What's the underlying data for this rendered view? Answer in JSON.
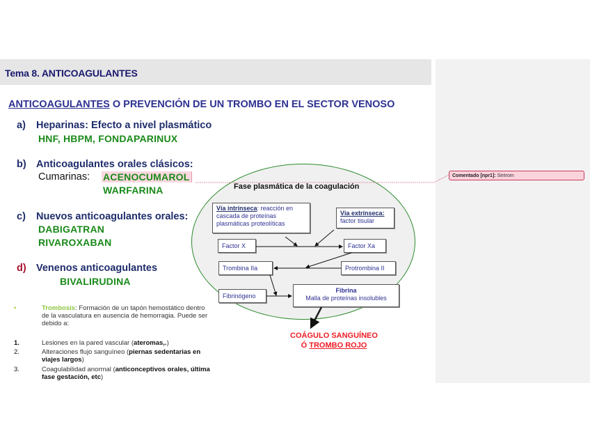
{
  "header": {
    "title": "Tema 8. ANTICOAGULANTES"
  },
  "subtitle": {
    "underlined": "ANTICOAGULANTES",
    "rest": " O PREVENCIÓN DE UN TROMBO EN EL SECTOR VENOSO"
  },
  "sections": [
    {
      "letter": "a)",
      "heading": "Heparinas: Efecto a nivel plasmático",
      "drugs": [
        "HNF, HBPM, FONDAPARINUX"
      ]
    },
    {
      "letter": "b)",
      "heading": "Anticoagulantes orales clásicos:",
      "sublabel": "Cumarinas:",
      "drugs": [
        "ACENOCUMAROL",
        "WARFARINA"
      ]
    },
    {
      "letter": "c)",
      "heading": "Nuevos anticoagulantes orales:",
      "drugs": [
        "DABIGATRAN",
        "RIVAROXABAN"
      ]
    },
    {
      "letter": "d)",
      "heading": "Venenos anticoagulantes",
      "drugs": [
        "BIVALIRUDINA"
      ]
    }
  ],
  "thrombosis": {
    "bullet": "•",
    "term": "Trombosis",
    "definition": ": Formación de un tapón hemostático dentro de la vasculatura en ausencia de hemorragia. Puede ser debido a:",
    "causes": [
      {
        "num": "1.",
        "text": "Lesiones en la pared vascular (",
        "bold": "ateromas,.",
        "end": ")"
      },
      {
        "num": "2.",
        "text": "Alteraciones flujo sanguíneo (",
        "bold": "piernas sedentarias en viajes largos",
        "end": ")"
      },
      {
        "num": "3.",
        "text": "Coagulabilidad anormal (",
        "bold": "anticonceptivos orales, última fase gestación, etc",
        "end": ")"
      }
    ]
  },
  "diagram": {
    "title": "Fase plasmática de la coagulación",
    "intrinsic": {
      "label": "Vía intrínseca",
      "text": ": reacción en cascada de proteínas plasmáticas proteolíticas"
    },
    "extrinsic": {
      "label": "Vía extrínseca:",
      "text": "factor tisular"
    },
    "factor_x": "Factor X",
    "factor_xa": "Factor Xa",
    "trombina": "Trombina IIa",
    "protrombina": "Protrombina II",
    "fibrinogeno": "Fibrinógeno",
    "fibrina": {
      "title": "Fibrina",
      "text": "Malla de proteínas insolubles"
    },
    "result": {
      "line1": "COÁGULO SANGUÍNEO",
      "prefix": "Ó ",
      "underlined": "TROMBO ROJO"
    },
    "colors": {
      "ellipse_border": "#2c8a2c",
      "box_text": "#2e3192",
      "result_text": "#ee1c25"
    }
  },
  "comment": {
    "label": "Comentado [npr1]:",
    "text": "Sintrom"
  }
}
